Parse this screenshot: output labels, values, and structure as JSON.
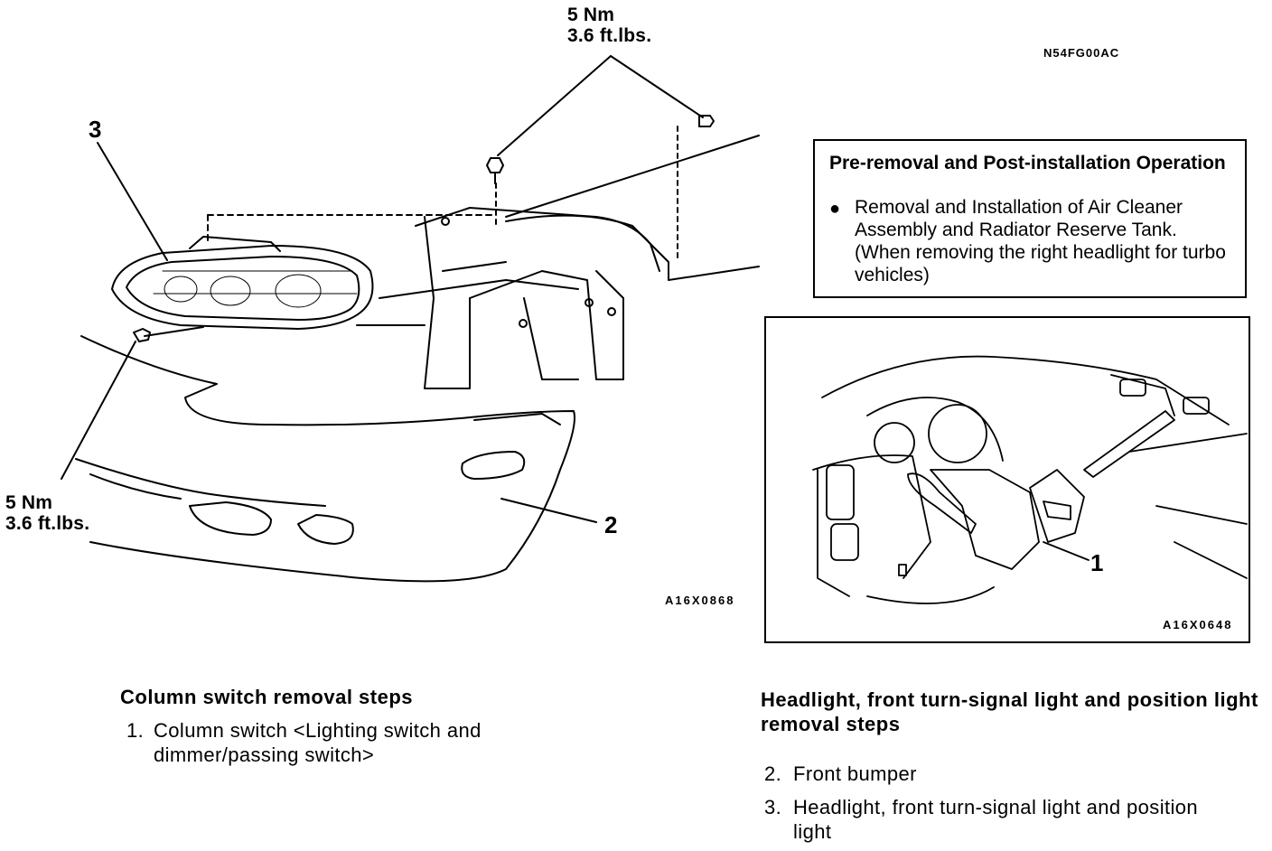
{
  "doc_code": "N54FG00AC",
  "main_figure": {
    "torque_top": {
      "line1": "5 Nm",
      "line2": "3.6 ft.lbs."
    },
    "torque_left": {
      "line1": "5 Nm",
      "line2": "3.6 ft.lbs."
    },
    "callout_3": "3",
    "callout_2": "2",
    "figure_id": "A16X0868"
  },
  "note_box": {
    "title": "Pre-removal and Post-installation Operation",
    "bullet_text": "Removal and Installation of Air Cleaner Assembly and Radiator Reserve Tank. (When removing the right headlight for turbo vehicles)"
  },
  "inset_figure": {
    "callout_1": "1",
    "figure_id": "A16X0648"
  },
  "column_switch": {
    "heading": "Column switch removal steps",
    "steps": [
      {
        "num": "1.",
        "text": "Column switch <Lighting switch and dimmer/passing switch>"
      }
    ]
  },
  "headlight": {
    "heading": "Headlight, front turn-signal light and position light removal steps",
    "steps": [
      {
        "num": "2.",
        "text": "Front bumper"
      },
      {
        "num": "3.",
        "text": "Headlight, front turn-signal light and position light"
      }
    ]
  }
}
